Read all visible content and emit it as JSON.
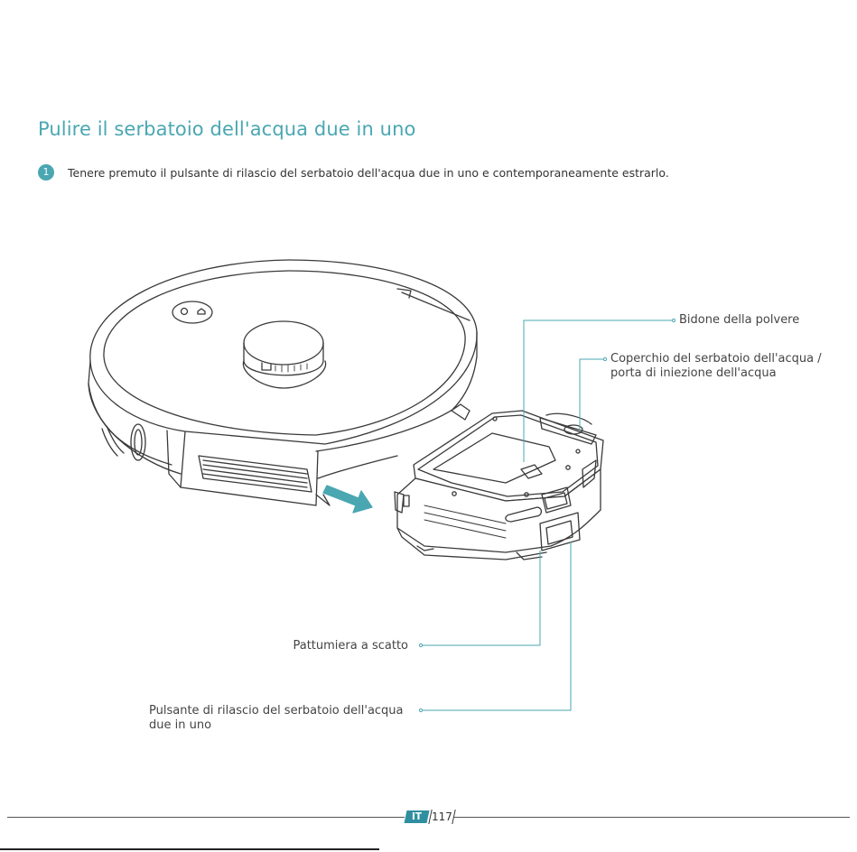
{
  "title": "Pulire il serbatoio dell'acqua due in uno",
  "step": {
    "number": "1",
    "text": "Tenere premuto il pulsante di rilascio del serbatoio dell'acqua due in uno e contemporaneamente estrarlo."
  },
  "callouts": {
    "dust_bin": "Bidone della polvere",
    "tank_cover_line1": "Coperchio del serbatoio dell'acqua /",
    "tank_cover_line2": "porta di iniezione dell'acqua",
    "snap_bin": "Pattumiera a scatto",
    "release_button_line1": "Pulsante di rilascio del serbatoio dell'acqua",
    "release_button_line2": "due in uno"
  },
  "footer": {
    "language": "IT",
    "page_number": "117"
  },
  "colors": {
    "accent": "#4aa7b2",
    "badge": "#2f8fa0",
    "leader": "#4aa7b2"
  }
}
